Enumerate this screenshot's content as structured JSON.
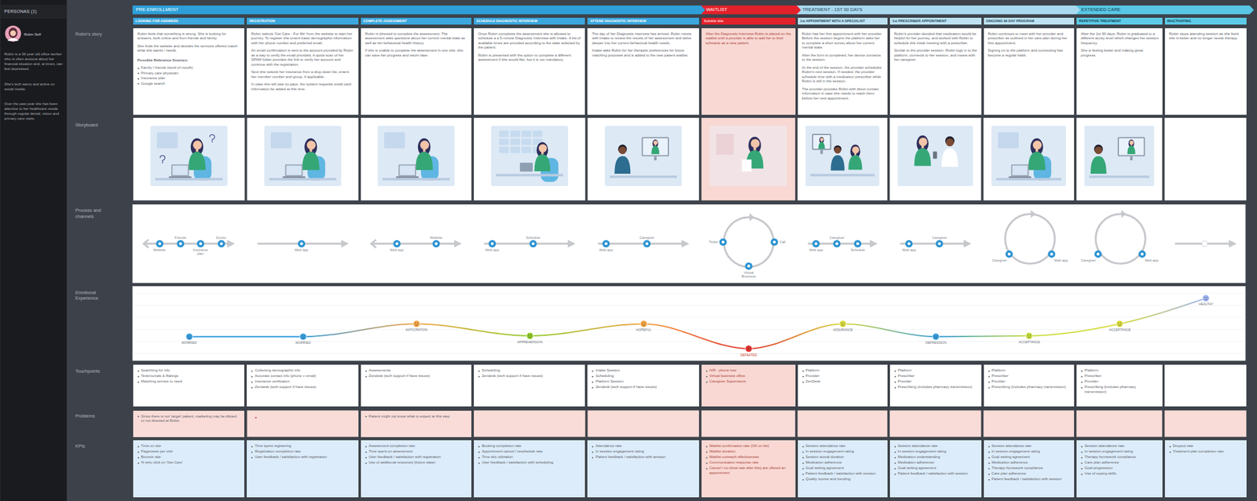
{
  "diagram": {
    "nodes": [
      {
        "text": [
          "PERSONAS (1)"
        ]
      },
      {
        "text": [
          "Robin Self",
          "Robin is a 39 year old office worker who is often anxious about her financial situation and, at times, can feel depressed.",
          "She's tech savvy and active on social media.",
          "Over the past year she has been attentive to her healthcare needs through regular dental, vision and primary care visits."
        ]
      },
      {
        "text": [
          "PRE-ENROLLMENT"
        ]
      },
      {
        "text": [
          "WAITLIST"
        ]
      },
      {
        "text": [
          "TREATMENT - 1ST 90 DAYS"
        ]
      },
      {
        "text": [
          "EXTENDED CARE"
        ]
      },
      {
        "text": [
          "LOOKING FOR ANSWERS"
        ]
      },
      {
        "text": [
          "REGISTRATION"
        ]
      },
      {
        "text": [
          "COMPLETE ASSESSMENT"
        ]
      },
      {
        "text": [
          "SCHEDULE DIAGNOSTIC INTERVIEW"
        ]
      },
      {
        "text": [
          "ATTEND DIAGNOSTIC INTERVIEW"
        ]
      },
      {
        "text": [
          "Subtitle title"
        ]
      },
      {
        "text": [
          "1st APPOINTMENT WITH A SPECIALIST"
        ]
      },
      {
        "text": [
          "1st PRESCRIBER APPOINTMENT"
        ]
      },
      {
        "text": [
          "ONGOING 90 DAY PROGRAM"
        ]
      },
      {
        "text": [
          "REPETITIVE TREATMENT"
        ]
      },
      {
        "text": [
          "INACTIVATING"
        ]
      },
      {
        "text": [
          "Robin feels that something is wrong. She is looking for answers, both online and from friends and family.",
          "She finds the website and decides the services offered match what she wants / needs.",
          "Possible Reference Sources:",
          "Family / friends (word of mouth)",
          "Primary care physician",
          "Insurance plan",
          "Google search"
        ]
      },
      {
        "text": [
          "Robin selects 'Get Care - For Me' from the website to start her journey. To register she enters basic demographic information with her phone number and preferred email.",
          "An email confirmation is sent to the account provided by Robin as a way to verify the email provided. A quick scan of her SPAM folder provides the link to verify her account and continue with the registration.",
          "Next she selects her insurance from a drop down list, enters her member number and group, if applicable.",
          "In case she will owe co-pays, the system requests credit card information be added at this time."
        ]
      },
      {
        "text": [
          "Robin is directed to complete the assessment. The assessment asks questions about her current mental state as well as her behavioral health history.",
          "If she is unable to complete the assessment in one visit, she can save her progress and return later."
        ]
      },
      {
        "text": [
          "Once Robin completes the assessment she is allowed to schedule a a 5-minute Diagnostic Interview with Intake. A list of available times are provided according to the state selected by the patient.",
          "Robin is presented with the option to complete a different assessment if she would like, but it is not mandatory."
        ]
      },
      {
        "text": [
          "The day of her Diagnostic interview has arrived. Robin meets with Intake to review the results of her assessment and delve deeper into her current behavioral health needs.",
          "Intake asks Robin for her therapist preferences for future matching purposes and is added to the new patient waitlist."
        ]
      },
      {
        "text": [
          "After the Diagnostic Interview Robin is placed on the waitlist until a provider is able to add her to their schedule as a new patient."
        ]
      },
      {
        "text": [
          "Robin has her first appointment with her provider. Before the session begins the platform asks her to complete a short survey about her current mental state.",
          "After the form is completed, her device connects to the session.",
          "At the end of the session, the provider schedules Robin's next session. If needed, the provider schedule time with a medication prescriber while Robin is still in the session.",
          "The provider provides Robin with direct contact information in case she needs to reach them before her next appointment."
        ]
      },
      {
        "text": [
          "Robin's provider decided that medication would be helpful for her journey, and worked with Robin to schedule this initial meeting with a prescriber.",
          "Similar to the provider session, Robin logs in to the platform, connects to her session, and meets with her caregiver."
        ]
      },
      {
        "text": [
          "Robin continues to meet with her provider and prescriber as outlined in her care plan during her first appointment.",
          "Signing on to the platform and connecting has become a regular habit."
        ]
      },
      {
        "text": [
          "After the 1st 90 days, Robin is graduated to a different acuity level which changes her session frequency.",
          "She is feeling better and making great progress."
        ]
      },
      {
        "text": [
          "Robin stops attending session as she feels she is better and no longer needs therapy."
        ]
      },
      {
        "text": [
          "Searching for info",
          "Testimonials & Ratings",
          "Matching service to need"
        ]
      },
      {
        "text": [
          "Collecting demographic info",
          "Accurate contact info (phone + email)",
          "Insurance verification",
          "Zendesk (tech support if have issues)"
        ]
      },
      {
        "text": [
          "Assessments",
          "Zendesk (tech support if have issues)"
        ]
      },
      {
        "text": [
          "Scheduling",
          "Zendesk (tech support if have issues)"
        ]
      },
      {
        "text": [
          "Intake Session",
          "Scheduling",
          "Platform Session",
          "Zendesk (tech support if have issues)"
        ]
      },
      {
        "text": [
          "IVR - phone tree",
          "Virtual business office",
          "Caregiver Supervisors"
        ]
      },
      {
        "text": [
          "Platform",
          "Provider",
          "ZenDesk"
        ]
      },
      {
        "text": [
          "Platform",
          "Prescriber",
          "Provider",
          "Prescribing (includes pharmacy transmission)"
        ]
      },
      {
        "text": [
          "Platform",
          "Prescriber",
          "Provider",
          "Prescribing (includes pharmacy transmission)"
        ]
      },
      {
        "text": [
          "Platform",
          "Prescriber",
          "Provider",
          "Prescribing (includes pharmacy transmission)"
        ]
      },
      {
        "text": [
          "Since there is not 'target' patient, marketing may be diluted or not directed at Robin."
        ]
      },
      {
        "text": [
          "Patient might not know what to expect at this step"
        ]
      },
      {
        "text": [
          "Time on site",
          "Pageviews per visit",
          "Bounce rate",
          "% who click on 'Get Care'"
        ]
      },
      {
        "text": [
          "Time spent registering",
          "Registration completion rate",
          "User feedback / satisfaction with registration"
        ]
      },
      {
        "text": [
          "Assessment completion rate",
          "Time spent on assessment",
          "User feedback / satisfaction with registration",
          "Use of additional resources (future state)"
        ]
      },
      {
        "text": [
          "Booking completion rate",
          "Appointment cancel / reschedule rate",
          "Time slot utilization",
          "User feedback / satisfaction with scheduling"
        ]
      },
      {
        "text": [
          "Attendance rate",
          "In session engagement rating",
          "Patient feedback / satisfaction with session"
        ]
      },
      {
        "text": [
          "Waitlist confirmation rate (OK on list)",
          "Waitlist duration",
          "Waitlist outreach effectiveness",
          "Communication response rate",
          "Cancel / no-show rate after they are offered an appointment"
        ]
      },
      {
        "text": [
          "Session attendance rate",
          "In session engagement rating",
          "Session actual duration",
          "Medication adherence",
          "Goal setting agreement",
          "Patient feedback / satisfaction with session",
          "Quality scores and trending"
        ]
      },
      {
        "text": [
          "Session attendance rate",
          "In session engagement rating",
          "Medication understanding",
          "Medication adherence",
          "Goal setting agreement",
          "Patient feedback / satisfaction with session"
        ]
      },
      {
        "text": [
          "Session attendance rate",
          "In session engagement rating",
          "Goal setting agreement",
          "Medication adherence",
          "Therapy homework compliance",
          "Care plan adherence",
          "Patient feedback / satisfaction with session"
        ]
      },
      {
        "text": [
          "Session attendance rate",
          "In session engagement rating",
          "Therapy homework compliance",
          "Care plan adherence",
          "Goal progression",
          "Use of coping skills"
        ]
      },
      {
        "text": [
          "Dropout rate",
          "Treatment plan completion rate"
        ]
      }
    ],
    "labels": [
      "Robin's story",
      "Storyboard",
      "Process and channels",
      "Emotional Experience",
      "Touchpoints",
      "Problems",
      "KPIs",
      "Website",
      "Friends",
      "Insurance plan",
      "Doctor",
      "Web app",
      "Web app",
      "Website",
      "Web app",
      "Schedule",
      "Web app",
      "Caregiver",
      "Ticket",
      "Virtual Business",
      "Call",
      "Web app",
      "Caregiver",
      "Schedule",
      "Web app",
      "Caregiver",
      "Caregiver",
      "Web app",
      "Caregiver",
      "Web app",
      "WORRIED",
      "WORRIED",
      "ANTICIPATION",
      "APPREHENSION",
      "HOPEFUL",
      "DEFEATED",
      "ASSURANCE",
      "DEPRESSION",
      "ACCEPTANCE",
      "ACCEPTANCE",
      "HEALTHY"
    ]
  }
}
